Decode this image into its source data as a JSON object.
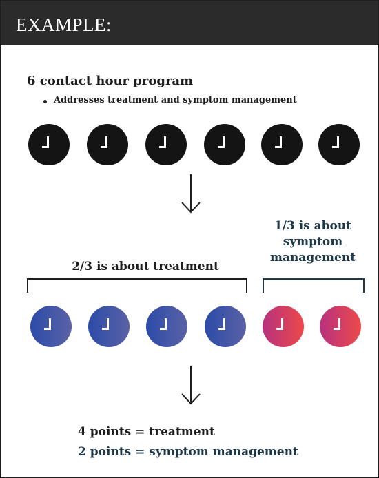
{
  "header": {
    "title": "EXAMPLE:"
  },
  "program": {
    "heading": "6 contact hour program",
    "bullet": "Addresses treatment and symptom management"
  },
  "split": {
    "treatment_label": "2/3 is about treatment",
    "symptom_label_lines": [
      "1/3 is about",
      "symptom",
      "management"
    ]
  },
  "results": {
    "line1": "4 points = treatment",
    "line2": "2 points = symptom management"
  },
  "colors": {
    "header_bg": "#2b2b2b",
    "clock_black": "#141414",
    "treatment_blue": "#2c4ba8",
    "symptom_red": "#ec4a4a",
    "symptom_text": "#1e3a4a",
    "result_line1": "#1d1d1d",
    "result_line2": "#1e3a4a"
  }
}
